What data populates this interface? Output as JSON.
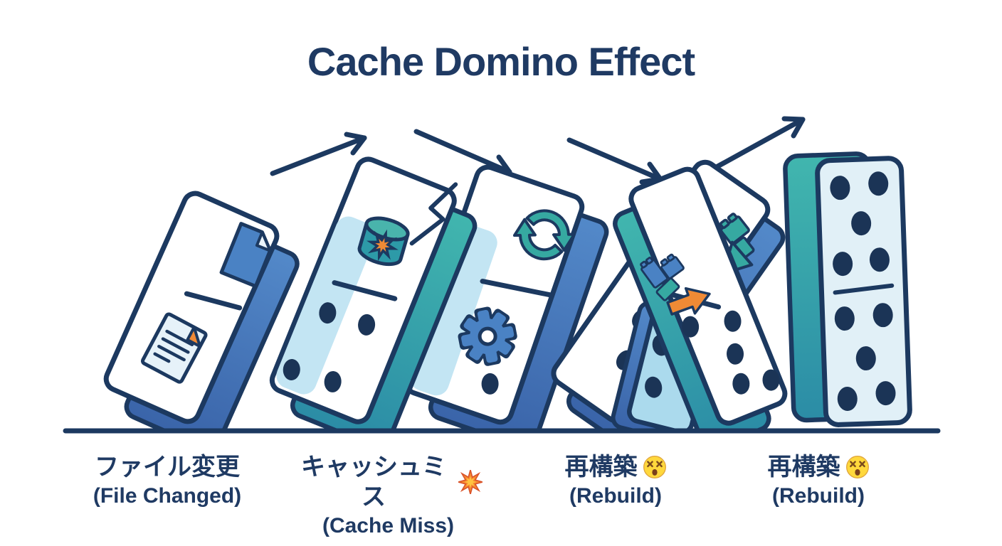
{
  "title": "Cache Domino Effect",
  "labels": [
    {
      "jp": "ファイル変更",
      "en": "(File Changed)",
      "emoji": ""
    },
    {
      "jp": "キャッシュミス",
      "en": "(Cache Miss)",
      "emoji": "💥"
    },
    {
      "jp": "再構築",
      "en": "(Rebuild)",
      "emoji": "😵"
    },
    {
      "jp": "再構築",
      "en": "(Rebuild)",
      "emoji": "😵"
    }
  ],
  "scene": {
    "arrow_count": 4,
    "dominoes": [
      {
        "name": "file-changed-domino",
        "icons": [
          "file-icon",
          "document-icon"
        ]
      },
      {
        "name": "cache-miss-domino",
        "icons": [
          "database-crash-icon",
          "crack-icon",
          "pips"
        ]
      },
      {
        "name": "rebuild-domino",
        "icons": [
          "refresh-icon",
          "gear-icon",
          "pip"
        ]
      },
      {
        "name": "fallen-domino",
        "icons": [
          "pips"
        ]
      },
      {
        "name": "rebuild-packages-domino-right",
        "icons": [
          "package-blocks-icon",
          "teal-arrow-icon"
        ]
      },
      {
        "name": "rebuild-packages-domino-left",
        "icons": [
          "package-blocks-icon",
          "orange-arrow-icon",
          "pips"
        ]
      },
      {
        "name": "standing-domino",
        "icons": [
          "pips-five-five"
        ]
      }
    ]
  },
  "colors": {
    "navy": "#1c3960",
    "blue": "#4a82c4",
    "teal": "#36a9a1",
    "light_blue": "#c3e5f3",
    "ice": "#e1f0f7",
    "orange": "#f08a35",
    "text": "#1f3a63"
  }
}
